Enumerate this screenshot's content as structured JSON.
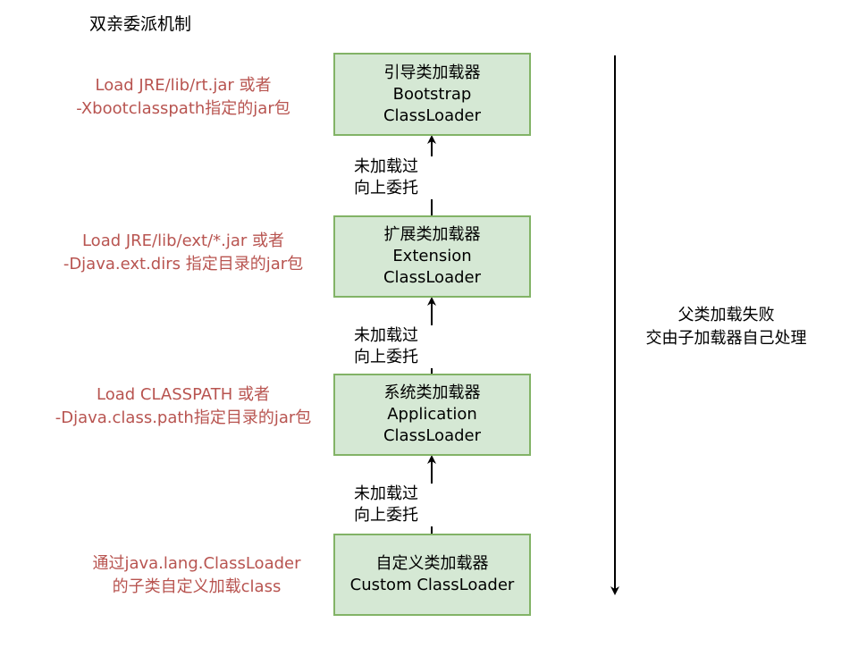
{
  "title": "双亲委派机制",
  "loaders": [
    {
      "name_cn": "引导类加载器",
      "name_en1": "Bootstrap",
      "name_en2": "ClassLoader",
      "note1": "Load JRE/lib/rt.jar 或者",
      "note2": "-Xbootclasspath指定的jar包"
    },
    {
      "name_cn": "扩展类加载器",
      "name_en1": "Extension",
      "name_en2": "ClassLoader",
      "note1": "Load JRE/lib/ext/*.jar 或者",
      "note2": "-Djava.ext.dirs 指定目录的jar包"
    },
    {
      "name_cn": "系统类加载器",
      "name_en1": "Application",
      "name_en2": "ClassLoader",
      "note1": "Load CLASSPATH 或者",
      "note2": "-Djava.class.path指定目录的jar包"
    },
    {
      "name_cn": "自定义类加载器",
      "name_en1": "Custom ClassLoader",
      "note1": "通过java.lang.ClassLoader",
      "note2": "的子类自定义加载class"
    }
  ],
  "delegate_label": {
    "line1": "未加载过",
    "line2": "向上委托"
  },
  "side_note": {
    "line1": "父类加载失败",
    "line2": "交由子加载器自己处理"
  },
  "colors": {
    "box_fill": "#d5e8d4",
    "box_border": "#82b366",
    "note_text": "#b85450"
  }
}
